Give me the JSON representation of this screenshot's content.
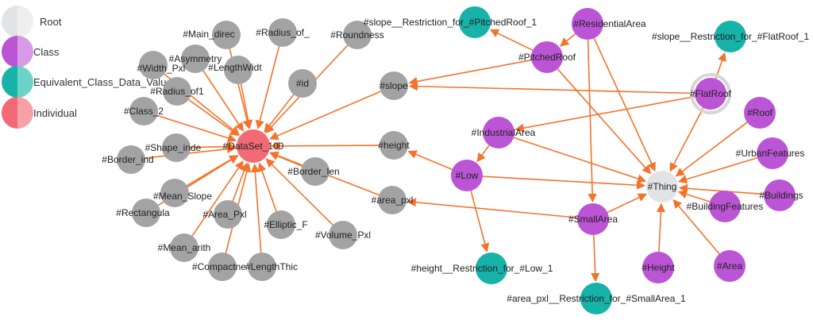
{
  "colors": {
    "root": "#e2e3e4",
    "class": "#bb55d6",
    "class_light": "#d89ae6",
    "equivalent": "#17b2a8",
    "equivalent_light": "#6bd3c8",
    "individual": "#f26a76",
    "individual_light": "#f6a1a7",
    "gray_node": "#a3a3a3",
    "edge": "#f4732c"
  },
  "legend": [
    {
      "label": "Root",
      "type": "root"
    },
    {
      "label": "Class",
      "type": "class"
    },
    {
      "label": "Equivalent_Class_Data_Values",
      "type": "equivalent"
    },
    {
      "label": "Individual",
      "type": "individual"
    }
  ],
  "nodes": [
    {
      "id": "dataset",
      "label": "#DataSet_100",
      "type": "individual"
    },
    {
      "id": "main_direc",
      "label": "#Main_direc",
      "type": "gray"
    },
    {
      "id": "radius_of_",
      "label": "#Radius_of_",
      "type": "gray"
    },
    {
      "id": "roundness",
      "label": "#Roundness",
      "type": "gray"
    },
    {
      "id": "asymmetry",
      "label": "#Asymmetry",
      "type": "gray"
    },
    {
      "id": "width_pxl",
      "label": "#Width_Pxl",
      "type": "gray"
    },
    {
      "id": "lengthwidt",
      "label": "#LengthWidt",
      "type": "gray"
    },
    {
      "id": "id",
      "label": "#id",
      "type": "gray"
    },
    {
      "id": "radius_of1",
      "label": "#Radius_of1",
      "type": "gray"
    },
    {
      "id": "class_2",
      "label": "#Class_2",
      "type": "gray"
    },
    {
      "id": "slope",
      "label": "#slope",
      "type": "gray"
    },
    {
      "id": "shape_inde",
      "label": "#Shape_inde",
      "type": "gray"
    },
    {
      "id": "border_ind",
      "label": "#Border_ind",
      "type": "gray"
    },
    {
      "id": "height",
      "label": "#height",
      "type": "gray"
    },
    {
      "id": "border_len",
      "label": "#Border_len",
      "type": "gray"
    },
    {
      "id": "mean_slope",
      "label": "#Mean_Slope",
      "type": "gray"
    },
    {
      "id": "rectangula",
      "label": "#Rectangula",
      "type": "gray"
    },
    {
      "id": "area_pxl_i",
      "label": "#Area_Pxl",
      "type": "gray"
    },
    {
      "id": "elliptic_f",
      "label": "#Elliptic_F",
      "type": "gray"
    },
    {
      "id": "volume_pxl",
      "label": "#Volume_Pxl",
      "type": "gray"
    },
    {
      "id": "mean_arith",
      "label": "#Mean_arith",
      "type": "gray"
    },
    {
      "id": "compactne",
      "label": "#Compactne",
      "type": "gray"
    },
    {
      "id": "lengththic",
      "label": "#LengthThic",
      "type": "gray"
    },
    {
      "id": "area_pxl",
      "label": "#area_pxl",
      "type": "gray"
    },
    {
      "id": "slope_r_pitched",
      "label": "#slope__Restriction_for_#PitchedRoof_1",
      "type": "equivalent"
    },
    {
      "id": "residential",
      "label": "#ResidentialArea",
      "type": "class"
    },
    {
      "id": "slope_r_flat",
      "label": "#slope__Restriction_for_#FlatRoof_1",
      "type": "equivalent"
    },
    {
      "id": "pitchedroof",
      "label": "#PitchedRoof",
      "type": "class"
    },
    {
      "id": "flatroof",
      "label": "#FlatRoof",
      "type": "class"
    },
    {
      "id": "industrial",
      "label": "#IndustrialArea",
      "type": "class"
    },
    {
      "id": "roof",
      "label": "#Roof",
      "type": "class"
    },
    {
      "id": "urbanfeatures",
      "label": "#UrbanFeatures",
      "type": "class"
    },
    {
      "id": "low",
      "label": "#Low",
      "type": "class"
    },
    {
      "id": "thing",
      "label": "#Thing",
      "type": "root"
    },
    {
      "id": "buildings",
      "label": "#Buildings",
      "type": "class"
    },
    {
      "id": "buildingfeatures",
      "label": "#BuildingFeatures",
      "type": "class"
    },
    {
      "id": "smallarea",
      "label": "#SmallArea",
      "type": "class"
    },
    {
      "id": "height_r_low",
      "label": "#height__Restriction_for_#Low_1",
      "type": "equivalent"
    },
    {
      "id": "heightclass",
      "label": "#Height",
      "type": "class"
    },
    {
      "id": "areaclass",
      "label": "#Area",
      "type": "class"
    },
    {
      "id": "area_r_small",
      "label": "#area_pxl__Restriction_for_#SmallArea_1",
      "type": "equivalent"
    }
  ],
  "edges": [
    [
      "main_direc",
      "dataset"
    ],
    [
      "radius_of_",
      "dataset"
    ],
    [
      "roundness",
      "dataset"
    ],
    [
      "asymmetry",
      "dataset"
    ],
    [
      "width_pxl",
      "dataset"
    ],
    [
      "lengthwidt",
      "dataset"
    ],
    [
      "id",
      "dataset"
    ],
    [
      "radius_of1",
      "dataset"
    ],
    [
      "class_2",
      "dataset"
    ],
    [
      "slope",
      "dataset"
    ],
    [
      "shape_inde",
      "dataset"
    ],
    [
      "border_ind",
      "dataset"
    ],
    [
      "height",
      "dataset"
    ],
    [
      "border_len",
      "dataset"
    ],
    [
      "mean_slope",
      "dataset"
    ],
    [
      "rectangula",
      "dataset"
    ],
    [
      "area_pxl_i",
      "dataset"
    ],
    [
      "elliptic_f",
      "dataset"
    ],
    [
      "volume_pxl",
      "dataset"
    ],
    [
      "mean_arith",
      "dataset"
    ],
    [
      "compactne",
      "dataset"
    ],
    [
      "lengththic",
      "dataset"
    ],
    [
      "area_pxl",
      "dataset"
    ],
    [
      "residential",
      "pitchedroof"
    ],
    [
      "residential",
      "thing"
    ],
    [
      "residential",
      "smallarea"
    ],
    [
      "pitchedroof",
      "slope_r_pitched"
    ],
    [
      "pitchedroof",
      "slope"
    ],
    [
      "pitchedroof",
      "thing"
    ],
    [
      "flatroof",
      "slope_r_flat"
    ],
    [
      "flatroof",
      "slope"
    ],
    [
      "flatroof",
      "industrial"
    ],
    [
      "flatroof",
      "thing"
    ],
    [
      "industrial",
      "low"
    ],
    [
      "industrial",
      "thing"
    ],
    [
      "low",
      "height"
    ],
    [
      "low",
      "height_r_low"
    ],
    [
      "low",
      "thing"
    ],
    [
      "smallarea",
      "area_pxl"
    ],
    [
      "smallarea",
      "area_r_small"
    ],
    [
      "smallarea",
      "thing"
    ],
    [
      "roof",
      "thing"
    ],
    [
      "urbanfeatures",
      "thing"
    ],
    [
      "buildings",
      "thing"
    ],
    [
      "buildingfeatures",
      "thing"
    ],
    [
      "heightclass",
      "thing"
    ],
    [
      "areaclass",
      "thing"
    ]
  ]
}
